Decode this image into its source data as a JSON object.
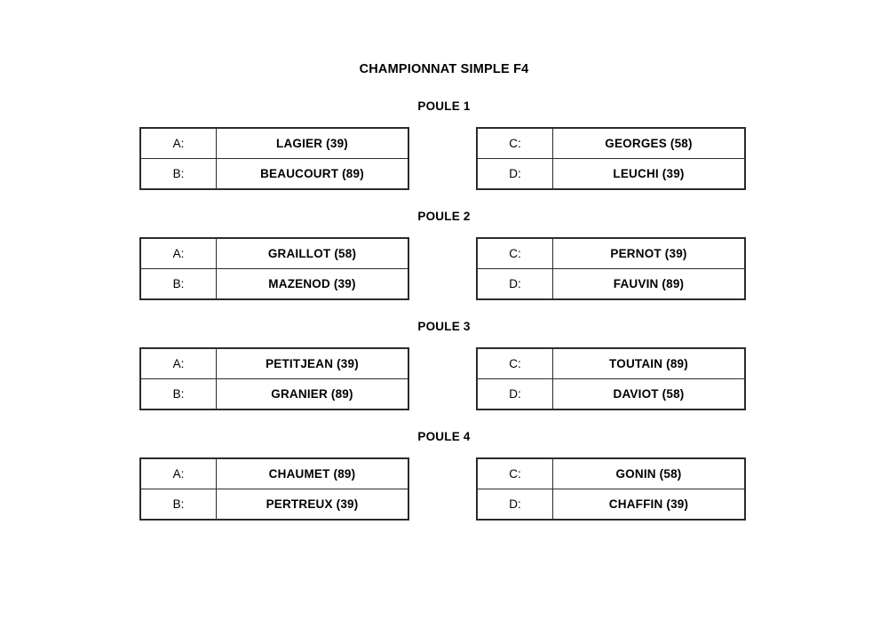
{
  "document": {
    "title": "CHAMPIONNAT SIMPLE F4",
    "background_color": "#ffffff",
    "text_color": "#000000",
    "border_color": "#2b2b2b"
  },
  "poules": [
    {
      "heading": "POULE 1",
      "left_table": {
        "rows": [
          {
            "slot": "A:",
            "player": "LAGIER (39)"
          },
          {
            "slot": "B:",
            "player": "BEAUCOURT (89)"
          }
        ]
      },
      "right_table": {
        "rows": [
          {
            "slot": "C:",
            "player": "GEORGES (58)"
          },
          {
            "slot": "D:",
            "player": "LEUCHI (39)"
          }
        ]
      }
    },
    {
      "heading": "POULE 2",
      "left_table": {
        "rows": [
          {
            "slot": "A:",
            "player": "GRAILLOT (58)"
          },
          {
            "slot": "B:",
            "player": "MAZENOD (39)"
          }
        ]
      },
      "right_table": {
        "rows": [
          {
            "slot": "C:",
            "player": "PERNOT (39)"
          },
          {
            "slot": "D:",
            "player": "FAUVIN (89)"
          }
        ]
      }
    },
    {
      "heading": "POULE 3",
      "left_table": {
        "rows": [
          {
            "slot": "A:",
            "player": "PETITJEAN (39)"
          },
          {
            "slot": "B:",
            "player": "GRANIER (89)"
          }
        ]
      },
      "right_table": {
        "rows": [
          {
            "slot": "C:",
            "player": "TOUTAIN (89)"
          },
          {
            "slot": "D:",
            "player": "DAVIOT (58)"
          }
        ]
      }
    },
    {
      "heading": "POULE 4",
      "left_table": {
        "rows": [
          {
            "slot": "A:",
            "player": "CHAUMET (89)"
          },
          {
            "slot": "B:",
            "player": "PERTREUX (39)"
          }
        ]
      },
      "right_table": {
        "rows": [
          {
            "slot": "C:",
            "player": "GONIN (58)"
          },
          {
            "slot": "D:",
            "player": "CHAFFIN (39)"
          }
        ]
      }
    }
  ]
}
